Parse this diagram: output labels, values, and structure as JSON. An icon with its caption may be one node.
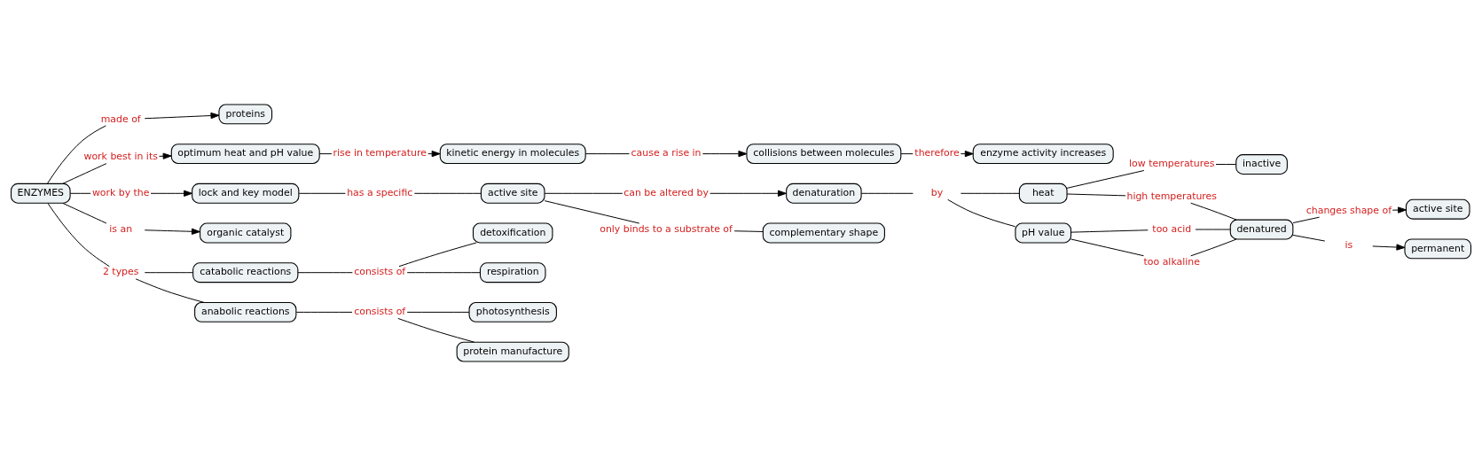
{
  "diagram": {
    "nodes": [
      {
        "text": [
          "optimum heat and pH value"
        ]
      },
      {
        "text": [
          "rise in temperature"
        ]
      },
      {
        "text": [
          "kinetic energy in molecules"
        ]
      },
      {
        "text": [
          "cause a rise in"
        ]
      },
      {
        "text": [
          "collisions between molecules"
        ]
      },
      {
        "text": [
          "therefore"
        ]
      },
      {
        "text": [
          "enzyme activity increases"
        ]
      },
      {
        "text": [
          "proteins"
        ]
      },
      {
        "text": [
          "made of"
        ]
      },
      {
        "text": [
          "work best in its"
        ]
      },
      {
        "text": [
          "ENZYMES"
        ]
      },
      {
        "text": [
          "work by the"
        ]
      },
      {
        "text": [
          "lock and key model"
        ]
      },
      {
        "text": [
          "denaturation"
        ]
      },
      {
        "text": [
          "organic catalyst"
        ]
      },
      {
        "text": [
          "is an"
        ]
      },
      {
        "text": [
          "has a specific"
        ]
      },
      {
        "text": [
          "2 types"
        ]
      },
      {
        "text": [
          "by"
        ]
      },
      {
        "text": [
          "can be altered by"
        ]
      },
      {
        "text": [
          "active site"
        ]
      },
      {
        "text": [
          "low temperatures"
        ]
      },
      {
        "text": [
          "heat"
        ]
      },
      {
        "text": [
          "only binds to a substrate of"
        ]
      },
      {
        "text": [
          "inactive"
        ]
      },
      {
        "text": [
          "catabolic reactions"
        ]
      },
      {
        "text": [
          "anabolic reactions"
        ]
      },
      {
        "text": [
          "complementary shape"
        ]
      },
      {
        "text": [
          "pH value"
        ]
      },
      {
        "text": [
          "consists of"
        ]
      },
      {
        "text": [
          "too acid"
        ]
      },
      {
        "text": [
          "consists of"
        ]
      },
      {
        "text": [
          "detoxification"
        ]
      },
      {
        "text": [
          "respiration"
        ]
      },
      {
        "text": [
          "photosynthesis"
        ]
      },
      {
        "text": [
          "too alkaline"
        ]
      },
      {
        "text": [
          "high temperatures"
        ]
      },
      {
        "text": [
          "protein manufacture"
        ]
      },
      {
        "text": [
          "active site"
        ]
      },
      {
        "text": [
          "changes shape of"
        ]
      },
      {
        "text": [
          "permanent"
        ]
      },
      {
        "text": [
          "denatured"
        ]
      },
      {
        "text": [
          "is"
        ]
      }
    ],
    "edges": [
      {
        "from": 10,
        "to": 8,
        "arrow": "none"
      },
      {
        "from": 8,
        "to": 7,
        "arrow": "to"
      },
      {
        "from": 10,
        "to": 9,
        "arrow": "none"
      },
      {
        "from": 9,
        "to": 0,
        "arrow": "to"
      },
      {
        "from": 10,
        "to": 11,
        "arrow": "none"
      },
      {
        "from": 11,
        "to": 12,
        "arrow": "to"
      },
      {
        "from": 10,
        "to": 15,
        "arrow": "none"
      },
      {
        "from": 15,
        "to": 14,
        "arrow": "to"
      },
      {
        "from": 10,
        "to": 17,
        "arrow": "none"
      },
      {
        "from": 17,
        "to": 25,
        "arrow": "none"
      },
      {
        "from": 17,
        "to": 26,
        "arrow": "none"
      },
      {
        "from": 0,
        "to": 1,
        "arrow": "none"
      },
      {
        "from": 1,
        "to": 2,
        "arrow": "to"
      },
      {
        "from": 2,
        "to": 3,
        "arrow": "none"
      },
      {
        "from": 3,
        "to": 4,
        "arrow": "to"
      },
      {
        "from": 4,
        "to": 5,
        "arrow": "none"
      },
      {
        "from": 5,
        "to": 6,
        "arrow": "to"
      },
      {
        "from": 12,
        "to": 16,
        "arrow": "none"
      },
      {
        "from": 16,
        "to": 20,
        "arrow": "none"
      },
      {
        "from": 20,
        "to": 19,
        "arrow": "none"
      },
      {
        "from": 19,
        "to": 13,
        "arrow": "to"
      },
      {
        "from": 20,
        "to": 23,
        "arrow": "none"
      },
      {
        "from": 23,
        "to": 27,
        "arrow": "none"
      },
      {
        "from": 13,
        "to": 18,
        "arrow": "none"
      },
      {
        "from": 18,
        "to": 28,
        "arrow": "none"
      },
      {
        "from": 18,
        "to": 22,
        "arrow": "none"
      },
      {
        "from": 22,
        "to": 21,
        "arrow": "none"
      },
      {
        "from": 21,
        "to": 24,
        "arrow": "none"
      },
      {
        "from": 25,
        "to": 29,
        "arrow": "none"
      },
      {
        "from": 29,
        "to": 32,
        "arrow": "none"
      },
      {
        "from": 29,
        "to": 33,
        "arrow": "none"
      },
      {
        "from": 26,
        "to": 31,
        "arrow": "none"
      },
      {
        "from": 31,
        "to": 37,
        "arrow": "none"
      },
      {
        "from": 31,
        "to": 34,
        "arrow": "none"
      },
      {
        "from": 28,
        "to": 30,
        "arrow": "none"
      },
      {
        "from": 30,
        "to": 41,
        "arrow": "none"
      },
      {
        "from": 28,
        "to": 35,
        "arrow": "none"
      },
      {
        "from": 35,
        "to": 41,
        "arrow": "none"
      },
      {
        "from": 22,
        "to": 36,
        "arrow": "none"
      },
      {
        "from": 36,
        "to": 41,
        "arrow": "none"
      },
      {
        "from": 41,
        "to": 42,
        "arrow": "none"
      },
      {
        "from": 42,
        "to": 40,
        "arrow": "to"
      },
      {
        "from": 41,
        "to": 39,
        "arrow": "none"
      },
      {
        "from": 39,
        "to": 38,
        "arrow": "to"
      }
    ]
  }
}
